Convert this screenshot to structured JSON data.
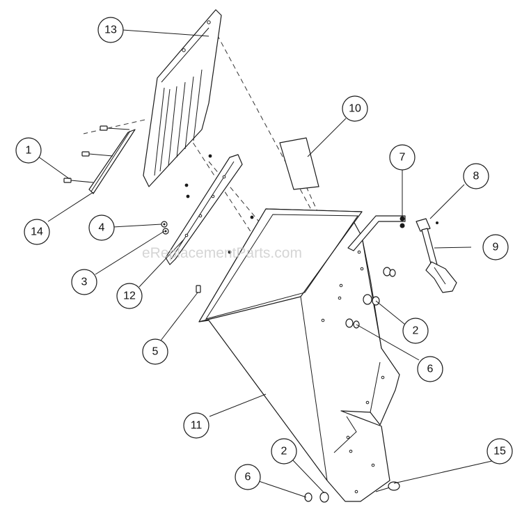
{
  "watermark": "eReplacementParts.com",
  "callouts": [
    {
      "id": "13",
      "label": "13"
    },
    {
      "id": "10",
      "label": "10"
    },
    {
      "id": "1",
      "label": "1"
    },
    {
      "id": "7",
      "label": "7"
    },
    {
      "id": "8",
      "label": "8"
    },
    {
      "id": "14",
      "label": "14"
    },
    {
      "id": "4",
      "label": "4"
    },
    {
      "id": "9",
      "label": "9"
    },
    {
      "id": "3",
      "label": "3"
    },
    {
      "id": "12",
      "label": "12"
    },
    {
      "id": "2a",
      "label": "2"
    },
    {
      "id": "5",
      "label": "5"
    },
    {
      "id": "6a",
      "label": "6"
    },
    {
      "id": "11",
      "label": "11"
    },
    {
      "id": "2b",
      "label": "2"
    },
    {
      "id": "15",
      "label": "15"
    },
    {
      "id": "6b",
      "label": "6"
    }
  ]
}
